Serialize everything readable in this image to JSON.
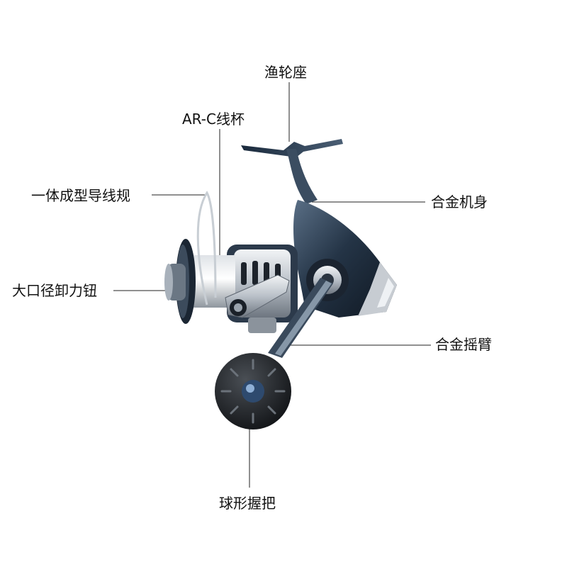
{
  "labels": {
    "reel_seat": "渔轮座",
    "spool": "AR-C线杯",
    "bail": "一体成型导线规",
    "body": "合金机身",
    "drag_knob": "大口径卸力钮",
    "handle_arm": "合金摇臂",
    "handle_knob": "球形握把"
  }
}
